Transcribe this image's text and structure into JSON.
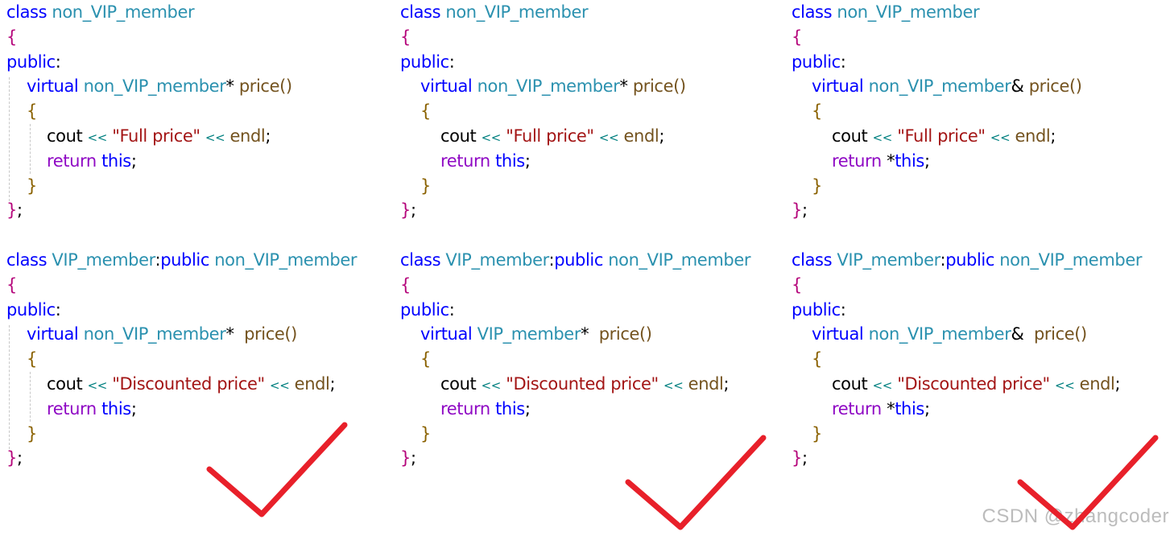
{
  "columns": [
    {
      "base": {
        "kw_class": "class",
        "name": "non_VIP_member",
        "open": "{",
        "kw_public": "public",
        "colon": ":",
        "kw_virtual": "virtual",
        "ret_type": "non_VIP_member",
        "ret_sym": "*",
        "gap": " ",
        "method": "price()",
        "m_open": "{",
        "cout": "cout",
        "op1": "<<",
        "str": "\"Full price\"",
        "op2": "<<",
        "endl": "endl",
        "semi": ";",
        "kw_return": "return",
        "deref": "",
        "kw_this": "this",
        "semi2": ";",
        "m_close": "}",
        "close": "}",
        "close_semi": ";"
      },
      "derived": {
        "kw_class": "class",
        "name": "VIP_member",
        "sep": ":",
        "kw_public_inh": "public",
        "base_name": "non_VIP_member",
        "open": "{",
        "kw_public": "public",
        "colon": ":",
        "kw_virtual": "virtual",
        "ret_type": "non_VIP_member",
        "ret_sym": "*",
        "gap": "  ",
        "method": "price()",
        "m_open": "{",
        "cout": "cout",
        "op1": "<<",
        "str": "\"Discounted price\"",
        "op2": "<<",
        "endl": "endl",
        "semi": ";",
        "kw_return": "return",
        "deref": "",
        "kw_this": "this",
        "semi2": ";",
        "m_close": "}",
        "close": "}",
        "close_semi": ";"
      }
    },
    {
      "base": {
        "kw_class": "class",
        "name": "non_VIP_member",
        "open": "{",
        "kw_public": "public",
        "colon": ":",
        "kw_virtual": "virtual",
        "ret_type": "non_VIP_member",
        "ret_sym": "*",
        "gap": " ",
        "method": "price()",
        "m_open": "{",
        "cout": "cout",
        "op1": "<<",
        "str": "\"Full price\"",
        "op2": "<<",
        "endl": "endl",
        "semi": ";",
        "kw_return": "return",
        "deref": "",
        "kw_this": "this",
        "semi2": ";",
        "m_close": "}",
        "close": "}",
        "close_semi": ";"
      },
      "derived": {
        "kw_class": "class",
        "name": "VIP_member",
        "sep": ":",
        "kw_public_inh": "public",
        "base_name": "non_VIP_member",
        "open": "{",
        "kw_public": "public",
        "colon": ":",
        "kw_virtual": "virtual",
        "ret_type": "VIP_member",
        "ret_sym": "*",
        "gap": "  ",
        "method": "price()",
        "m_open": "{",
        "cout": "cout",
        "op1": "<<",
        "str": "\"Discounted price\"",
        "op2": "<<",
        "endl": "endl",
        "semi": ";",
        "kw_return": "return",
        "deref": "",
        "kw_this": "this",
        "semi2": ";",
        "m_close": "}",
        "close": "}",
        "close_semi": ";"
      }
    },
    {
      "base": {
        "kw_class": "class",
        "name": "non_VIP_member",
        "open": "{",
        "kw_public": "public",
        "colon": ":",
        "kw_virtual": "virtual",
        "ret_type": "non_VIP_member",
        "ret_sym": "&",
        "gap": " ",
        "method": "price()",
        "m_open": "{",
        "cout": "cout",
        "op1": "<<",
        "str": "\"Full price\"",
        "op2": "<<",
        "endl": "endl",
        "semi": ";",
        "kw_return": "return",
        "deref": "*",
        "kw_this": "this",
        "semi2": ";",
        "m_close": "}",
        "close": "}",
        "close_semi": ";"
      },
      "derived": {
        "kw_class": "class",
        "name": "VIP_member",
        "sep": ":",
        "kw_public_inh": "public",
        "base_name": "non_VIP_member",
        "open": "{",
        "kw_public": "public",
        "colon": ":",
        "kw_virtual": "virtual",
        "ret_type": "non_VIP_member",
        "ret_sym": "&",
        "gap": "  ",
        "method": "price()",
        "m_open": "{",
        "cout": "cout",
        "op1": "<<",
        "str": "\"Discounted price\"",
        "op2": "<<",
        "endl": "endl",
        "semi": ";",
        "kw_return": "return",
        "deref": "*",
        "kw_this": "this",
        "semi2": ";",
        "m_close": "}",
        "close": "}",
        "close_semi": ";"
      }
    }
  ],
  "checkmark": {
    "icon": "checkmark-icon",
    "color": "#e8202a",
    "count": 3
  },
  "watermark": "CSDN @zhangcoder"
}
